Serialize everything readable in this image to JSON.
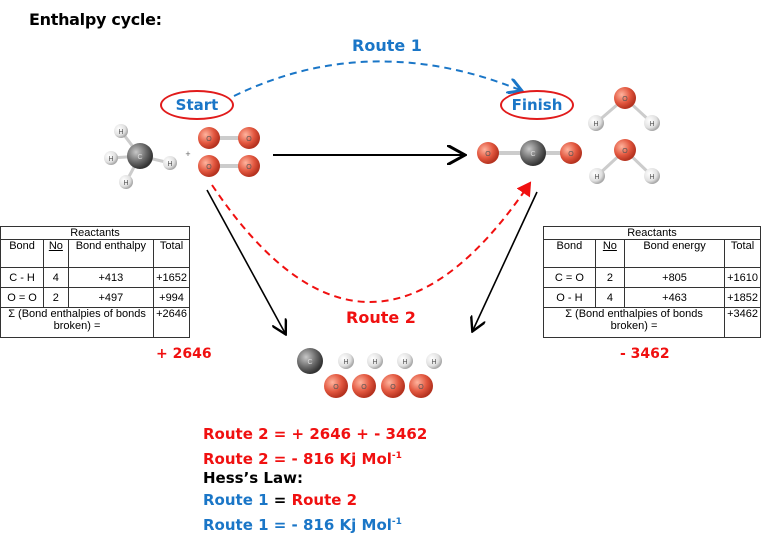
{
  "title": "Enthalpy cycle:",
  "route1_label": "Route 1",
  "route2_label": "Route 2",
  "start_label": "Start",
  "finish_label": "Finish",
  "atoms": {
    "H": "H",
    "C": "C",
    "O": "O"
  },
  "plus_sign": "+",
  "colors": {
    "route1": "#1a76c7",
    "route2": "#f01010",
    "oval": "#e11b1b",
    "oxygen": "#e2573f",
    "carbon": "#666666",
    "hydrogen": "#e4e4e4"
  },
  "left_table": {
    "title": "Reactants",
    "headers": [
      "Bond",
      "No",
      "Bond enthalpy",
      "Total"
    ],
    "rows": [
      {
        "bond": "C - H",
        "no": "4",
        "value": "+413",
        "total": "+1652"
      },
      {
        "bond": "O = O",
        "no": "2",
        "value": "+497",
        "total": "+994"
      }
    ],
    "sum_label": "Σ  (Bond enthalpies of bonds broken) =",
    "sum_total": "+2646"
  },
  "right_table": {
    "title": "Reactants",
    "headers": [
      "Bond",
      "No",
      "Bond energy",
      "Total"
    ],
    "rows": [
      {
        "bond": "C = O",
        "no": "2",
        "value": "+805",
        "total": "+1610"
      },
      {
        "bond": "O - H",
        "no": "4",
        "value": "+463",
        "total": "+1852"
      }
    ],
    "sum_label": "Σ  (Bond enthalpies of bonds broken) =",
    "sum_total": "+3462"
  },
  "left_sum": "+ 2646",
  "right_sum": "- 3462",
  "calculation": {
    "line1": "Route 2 = + 2646  +  - 3462",
    "line2_main": "Route 2 = - 816 Kj Mol",
    "line2_sup": "-1",
    "line3": "Hess’s Law:",
    "line4_a": "Route 1",
    "line4_eq": " = ",
    "line4_b": "Route 2",
    "line5_main": "Route 1 = - 816 Kj Mol",
    "line5_sup": "-1"
  }
}
